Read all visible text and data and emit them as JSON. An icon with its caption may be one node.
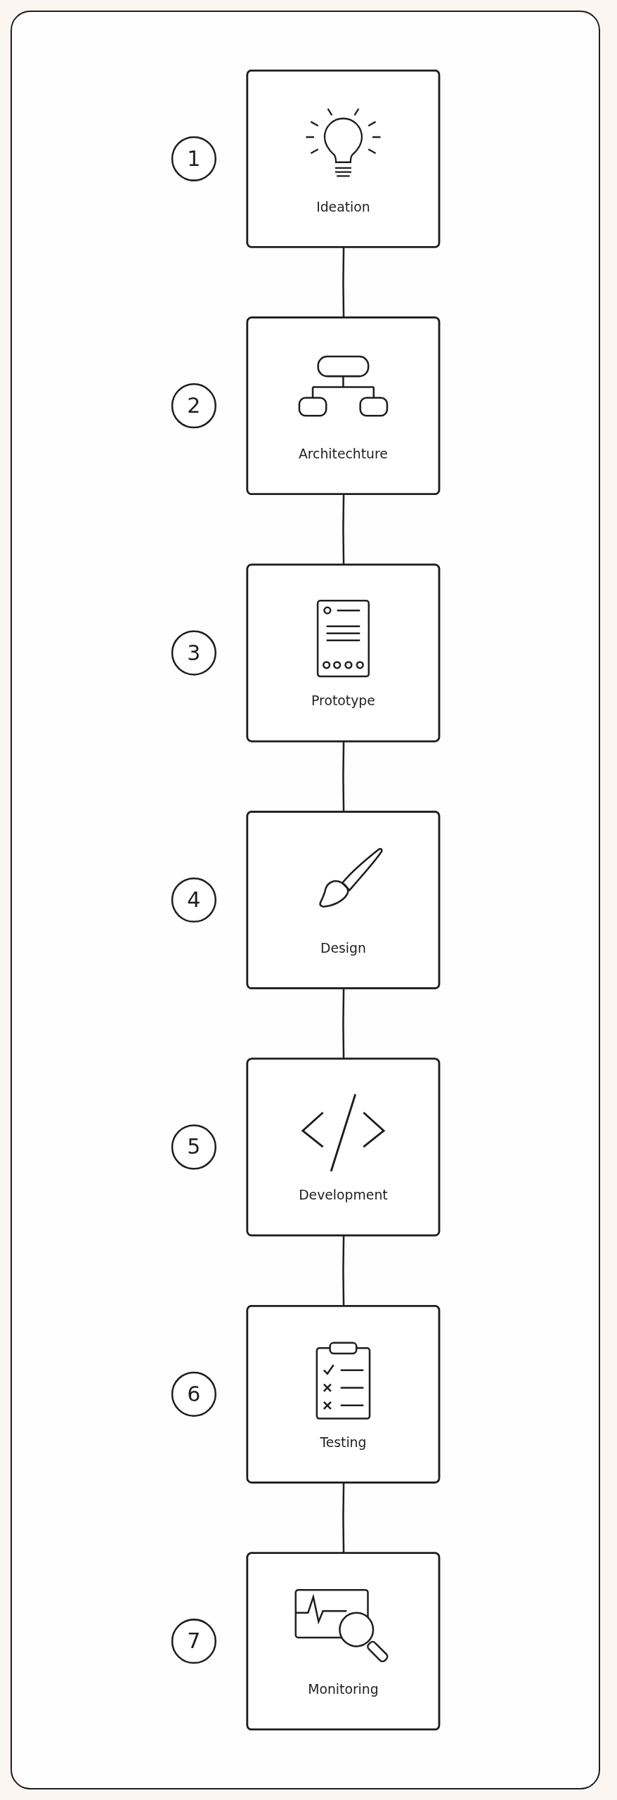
{
  "diagram": {
    "nodes": [
      {
        "text": [
          "1"
        ]
      },
      {
        "text": [
          "Ideation"
        ]
      },
      {
        "text": [
          "2"
        ]
      },
      {
        "text": [
          "Architechture"
        ]
      },
      {
        "text": [
          "3"
        ]
      },
      {
        "text": [
          "Prototype"
        ]
      },
      {
        "text": [
          "4"
        ]
      },
      {
        "text": [
          "Design"
        ]
      },
      {
        "text": [
          "5"
        ]
      },
      {
        "text": [
          "Development"
        ]
      },
      {
        "text": [
          "6"
        ]
      },
      {
        "text": [
          "Testing"
        ]
      },
      {
        "text": [
          "7"
        ]
      },
      {
        "text": [
          "Monitoring"
        ]
      }
    ],
    "edges": [
      {
        "from": 1,
        "to": 3,
        "arrow": "none"
      },
      {
        "from": 3,
        "to": 5,
        "arrow": "none"
      },
      {
        "from": 5,
        "to": 7,
        "arrow": "none"
      },
      {
        "from": 7,
        "to": 9,
        "arrow": "none"
      },
      {
        "from": 9,
        "to": 11,
        "arrow": "none"
      },
      {
        "from": 11,
        "to": 13,
        "arrow": "none"
      }
    ]
  }
}
